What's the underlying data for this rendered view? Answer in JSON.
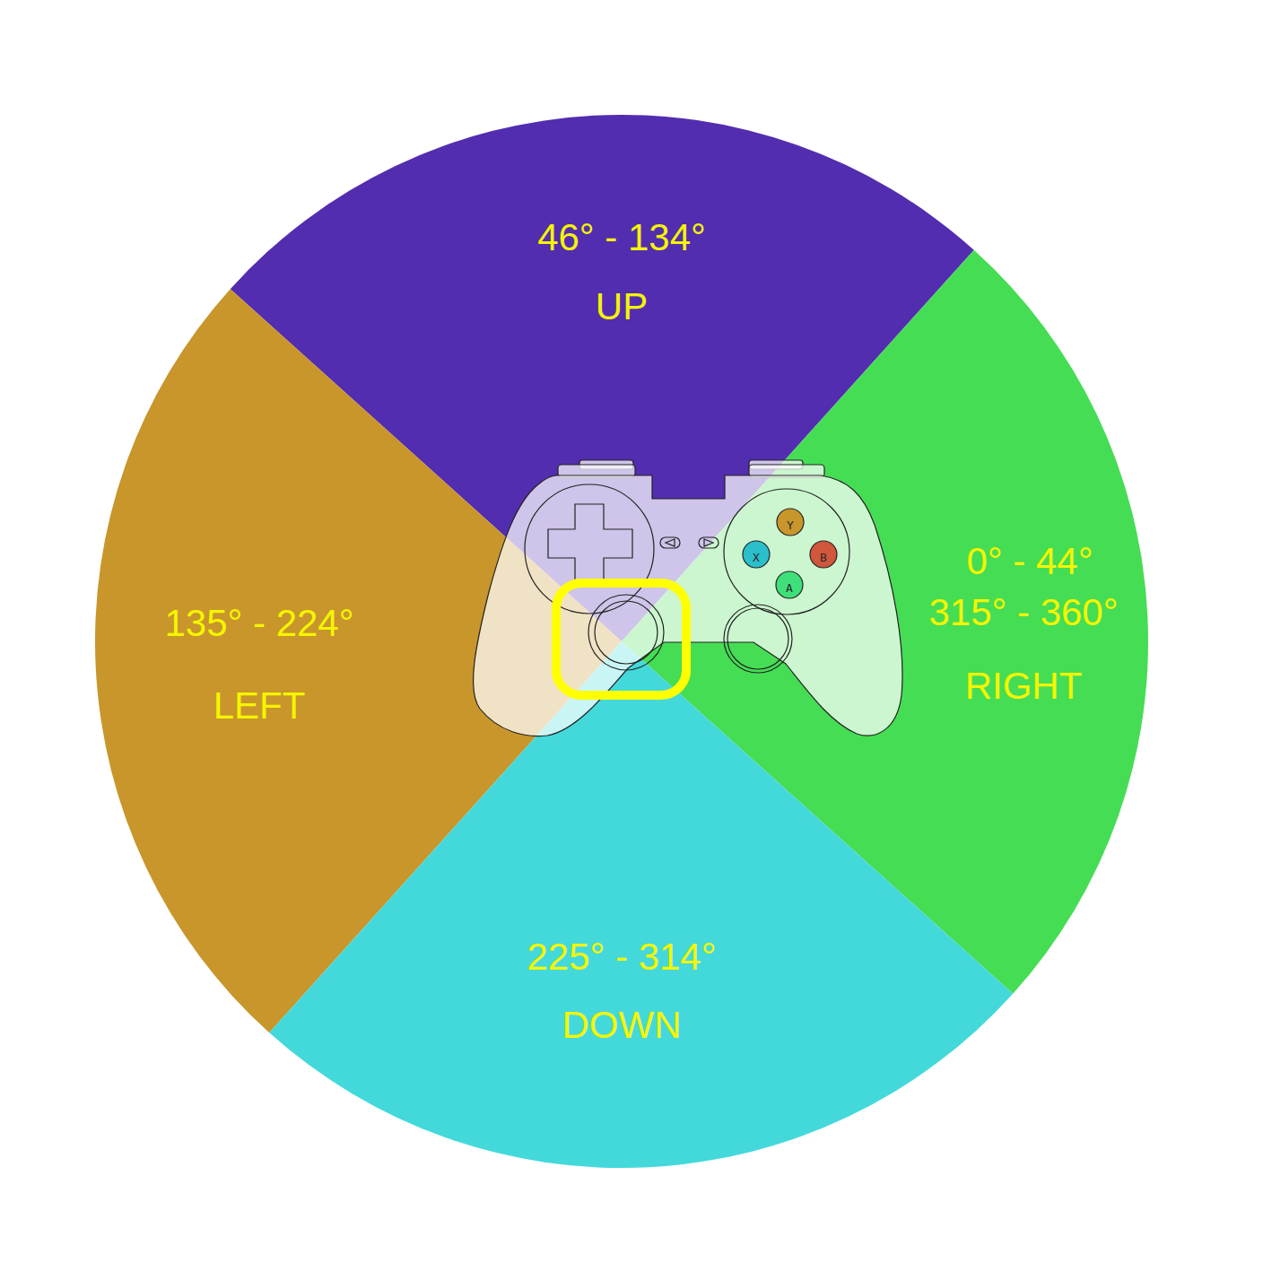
{
  "diagram": {
    "nodes": [
      {
        "text": [
          "46° - 134°",
          "UP"
        ]
      },
      {
        "text": [
          "0° - 44°",
          "315° - 360°",
          "RIGHT"
        ]
      },
      {
        "text": [
          "135° - 224°",
          "LEFT"
        ]
      },
      {
        "text": [
          "225° - 314°",
          "DOWN"
        ]
      }
    ],
    "labels": [
      "Y",
      "X",
      "B",
      "A"
    ]
  }
}
